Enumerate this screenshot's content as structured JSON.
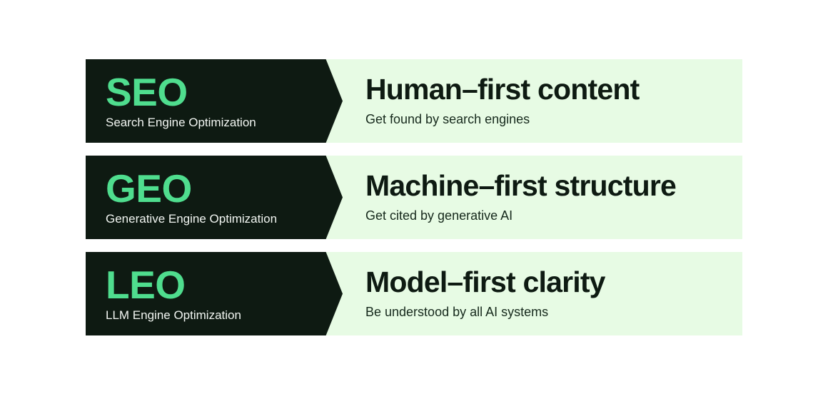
{
  "rows": [
    {
      "acronym": "SEO",
      "acronym_expansion": "Search Engine Optimization",
      "title": "Human–first content",
      "subtitle": "Get found by search engines"
    },
    {
      "acronym": "GEO",
      "acronym_expansion": "Generative Engine Optimization",
      "title": "Machine–first structure",
      "subtitle": "Get cited by generative AI"
    },
    {
      "acronym": "LEO",
      "acronym_expansion": "LLM Engine Optimization",
      "title": "Model–first clarity",
      "subtitle": "Be understood by all AI systems"
    }
  ],
  "colors": {
    "accent_green": "#4FDD8E",
    "panel_dark": "#0E1A12",
    "panel_light": "#E7FBE4",
    "page_background": "#FFFFFF",
    "text_on_dark": "#F2F6F2",
    "text_on_light": "#16291C"
  }
}
